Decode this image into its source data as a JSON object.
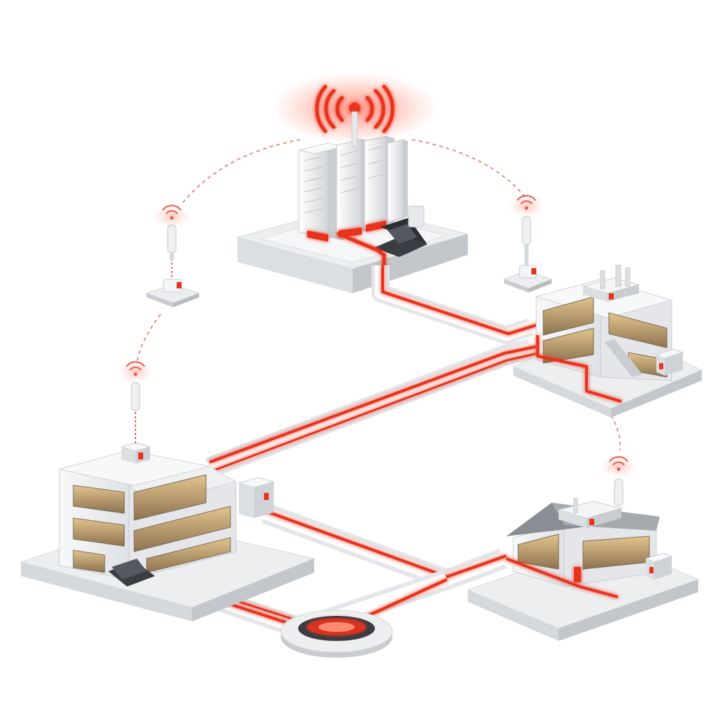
{
  "diagram": {
    "type": "isometric-network-illustration",
    "text_labels": [],
    "nodes": [
      {
        "id": "data-center",
        "kind": "server-racks",
        "has_wireless_hub": true,
        "has_phone": true
      },
      {
        "id": "office-building-large",
        "kind": "multi-story-office",
        "has_phone": true
      },
      {
        "id": "office-building-right",
        "kind": "two-story-office",
        "has_rooftop-antenna": true
      },
      {
        "id": "office-building-house",
        "kind": "small-office",
        "has_rooftop-antenna": true
      },
      {
        "id": "relay-antenna-left",
        "kind": "wireless-relay"
      },
      {
        "id": "relay-antenna-right",
        "kind": "wireless-relay"
      },
      {
        "id": "network-junction",
        "kind": "round-hub"
      }
    ],
    "links": [
      {
        "from": "data-center",
        "to": "office-building-right",
        "medium": "wired"
      },
      {
        "from": "office-building-right",
        "to": "office-building-large",
        "medium": "wired"
      },
      {
        "from": "office-building-large",
        "to": "network-junction",
        "medium": "wired"
      },
      {
        "from": "network-junction",
        "to": "office-building-house",
        "medium": "wired"
      },
      {
        "from": "data-center",
        "to": "relay-antenna-left",
        "medium": "wireless"
      },
      {
        "from": "data-center",
        "to": "relay-antenna-right",
        "medium": "wireless"
      },
      {
        "from": "relay-antenna-left",
        "to": "office-building-large",
        "medium": "wireless"
      },
      {
        "from": "office-building-right",
        "to": "office-building-house",
        "medium": "wireless"
      }
    ],
    "colors": {
      "accent": "#e8321e",
      "glow": "#ff6a4d",
      "platform": "#eceef0",
      "platform_side": "#c9ccd0",
      "building": "#f2f3f4",
      "window": "#c9a876",
      "dark": "#3a3d42"
    },
    "icons": [
      "wifi-signal-icon",
      "desk-phone-icon",
      "antenna-icon"
    ]
  }
}
